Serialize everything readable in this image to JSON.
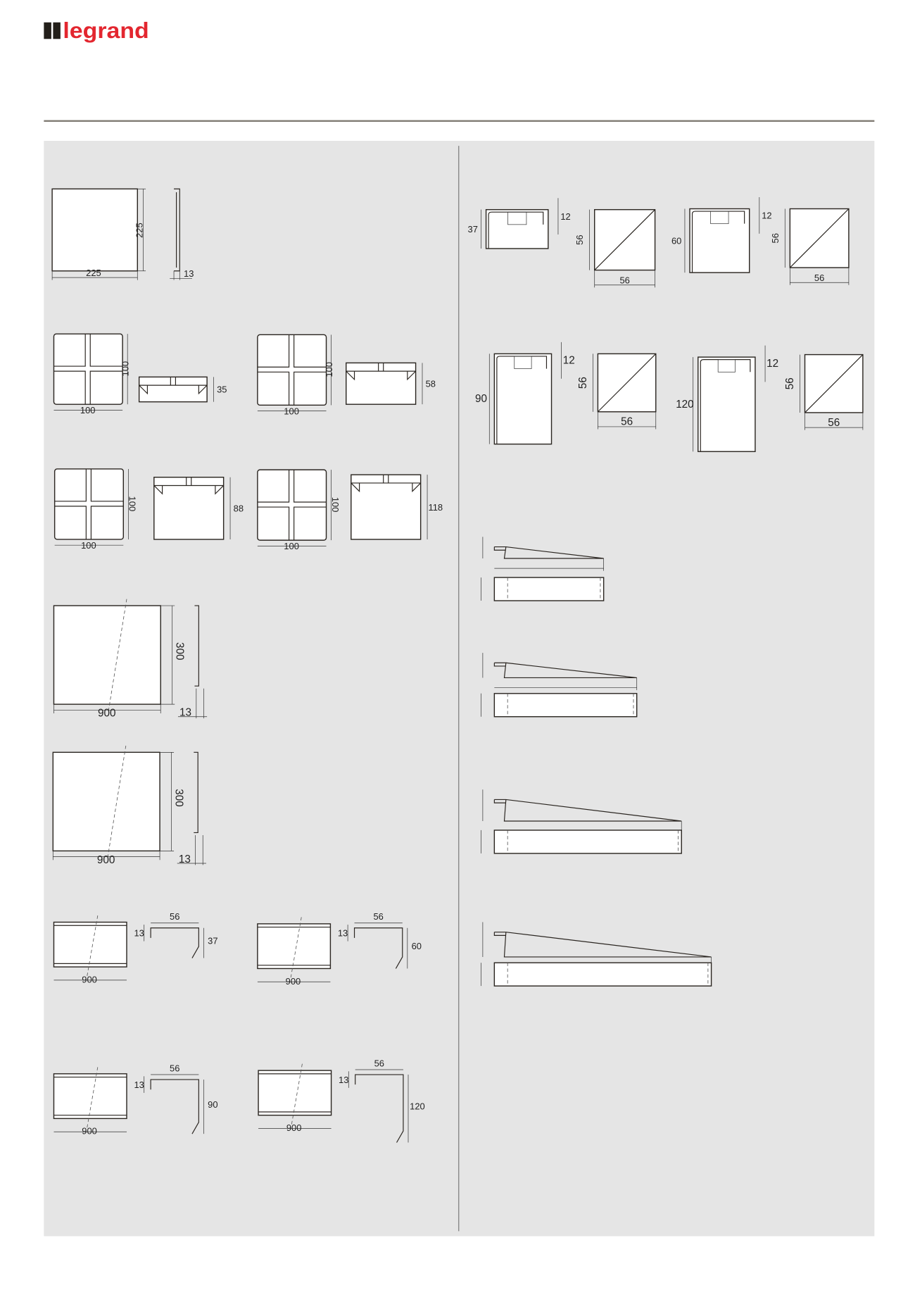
{
  "brand": {
    "logo_text": "legrand",
    "accent": "#e3262f",
    "mark_color": "#231f1a"
  },
  "colors": {
    "panel_bg": "#e5e5e5",
    "rule": "#7f7a72",
    "line": "#2a2520"
  },
  "left": {
    "tile_225": {
      "width": "225",
      "height": "225",
      "thickness": "13"
    },
    "tiles_100": [
      {
        "width": "100",
        "height": "100",
        "depth": "35"
      },
      {
        "width": "100",
        "height": "100",
        "depth": "58"
      },
      {
        "width": "100",
        "height": "100",
        "depth": "88"
      },
      {
        "width": "100",
        "height": "100",
        "depth": "118"
      }
    ],
    "panels": [
      {
        "length": "900",
        "height": "300",
        "thickness": "13"
      },
      {
        "length": "900",
        "height": "300",
        "thickness": "13"
      }
    ],
    "profiles": [
      {
        "length": "900",
        "width": "56",
        "lip": "13",
        "height": "37"
      },
      {
        "length": "900",
        "width": "56",
        "lip": "13",
        "height": "60"
      },
      {
        "length": "900",
        "width": "56",
        "lip": "13",
        "height": "90"
      },
      {
        "length": "900",
        "width": "56",
        "lip": "13",
        "height": "120"
      }
    ]
  },
  "right": {
    "end_caps": [
      {
        "height": "37",
        "lip": "12",
        "width": "56",
        "depth": "56"
      },
      {
        "height": "60",
        "lip": "12",
        "width": "56",
        "depth": "56"
      },
      {
        "height": "90",
        "lip": "12",
        "width": "56",
        "depth": "56"
      },
      {
        "height": "120",
        "lip": "12",
        "width": "56",
        "depth": "56"
      }
    ]
  }
}
